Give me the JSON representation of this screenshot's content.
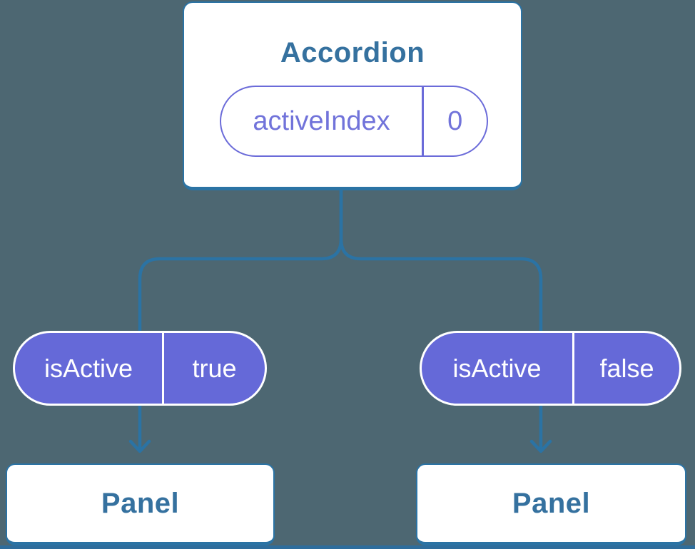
{
  "diagram": {
    "root": {
      "title": "Accordion",
      "state": {
        "label": "activeIndex",
        "value": "0"
      }
    },
    "branches": [
      {
        "prop": {
          "label": "isActive",
          "value": "true"
        },
        "panel": {
          "title": "Panel"
        }
      },
      {
        "prop": {
          "label": "isActive",
          "value": "false"
        },
        "panel": {
          "title": "Panel"
        }
      }
    ]
  },
  "colors": {
    "background": "#4d6772",
    "connector_blue": "#2b73a4",
    "card_border_blue": "#2b73a4",
    "title_text_blue": "#35719f",
    "pill_fill_purple": "#6569d8",
    "pill_outline_purple": "#6b6bd9",
    "pill_text_white": "#ffffff",
    "card_fill_white": "#ffffff"
  }
}
